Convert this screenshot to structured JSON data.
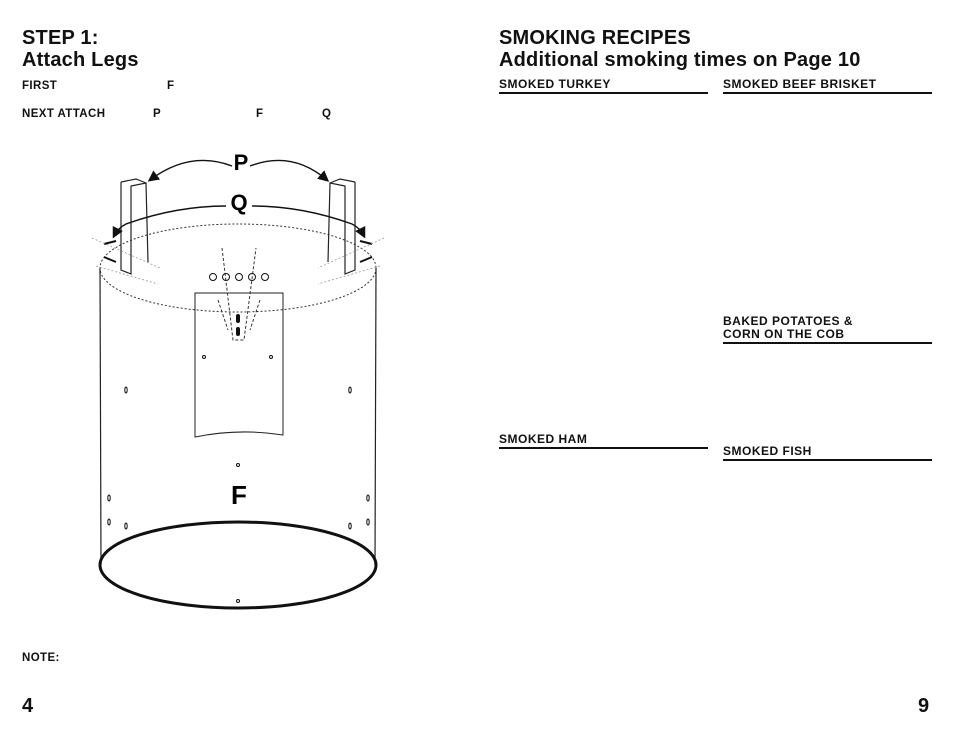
{
  "left_page": {
    "heading_line1": "STEP 1:",
    "heading_line2": "Attach Legs",
    "instructions": [
      {
        "text": "FIRST"
      },
      {
        "text": "F"
      },
      {
        "text": "NEXT ATTACH"
      },
      {
        "text": "P"
      },
      {
        "text": "F"
      },
      {
        "text": "Q"
      }
    ],
    "diagram_labels": {
      "leg_p": "P",
      "leg_q": "Q",
      "body_f": "F"
    },
    "note_label": "NOTE:",
    "page_number": "4"
  },
  "right_page": {
    "heading_line1": "SMOKING RECIPES",
    "heading_line2": "Additional smoking times on Page 10",
    "recipes": {
      "turkey": "SMOKED TURKEY",
      "brisket": "SMOKED BEEF BRISKET",
      "potatoes_line1": "BAKED POTATOES &",
      "potatoes_line2": "CORN ON THE COB",
      "ham": "SMOKED HAM",
      "fish": "SMOKED FISH"
    },
    "page_number": "9"
  }
}
